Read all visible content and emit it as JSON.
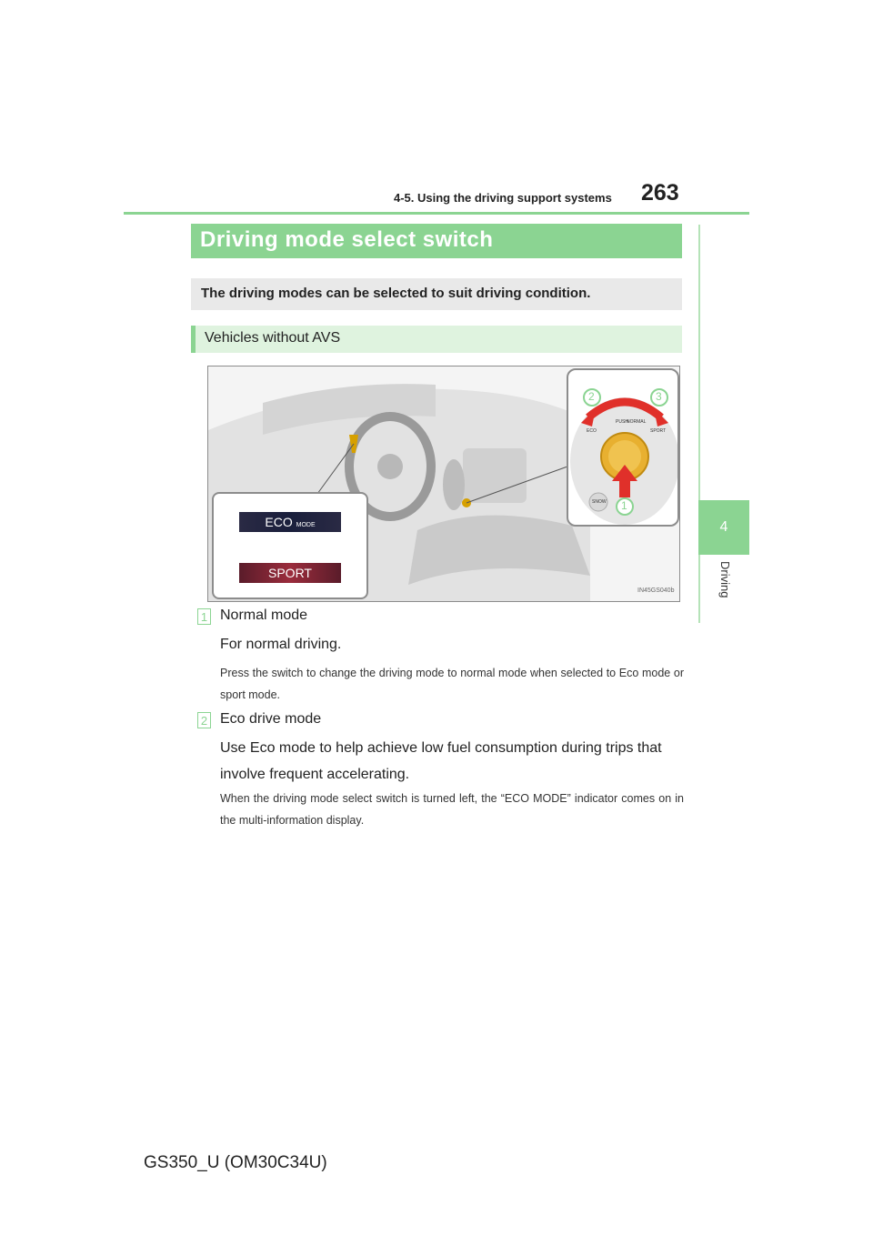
{
  "header": {
    "section": "4-5. Using the driving support systems",
    "page_number": "263"
  },
  "side_tab": {
    "chapter_number": "4",
    "chapter_label": "Driving"
  },
  "section_title": "Driving mode select switch",
  "intro": "The driving modes can be selected to suit driving condition.",
  "subsection_title": "Vehicles without AVS",
  "illustration": {
    "eco_indicator": "ECO",
    "eco_indicator_small": "MODE",
    "sport_indicator": "SPORT",
    "switch_labels": {
      "push": "PUSH",
      "normal": "NORMAL",
      "eco": "ECO",
      "sport": "SPORT",
      "snow": "SNOW"
    },
    "callouts": [
      "1",
      "2",
      "3"
    ],
    "code": "IN45GS040b"
  },
  "items": [
    {
      "number": "1",
      "title": "Normal mode",
      "description": "For normal driving.",
      "note": "Press the switch to change the driving mode to normal mode when selected to Eco mode or sport mode."
    },
    {
      "number": "2",
      "title": "Eco drive mode",
      "description": "Use Eco mode to help achieve low fuel consumption during trips that involve frequent accelerating.",
      "note": "When the driving mode select switch is turned left, the “ECO MODE” indicator comes on in the multi-information display."
    }
  ],
  "footer": "GS350_U (OM30C34U)"
}
